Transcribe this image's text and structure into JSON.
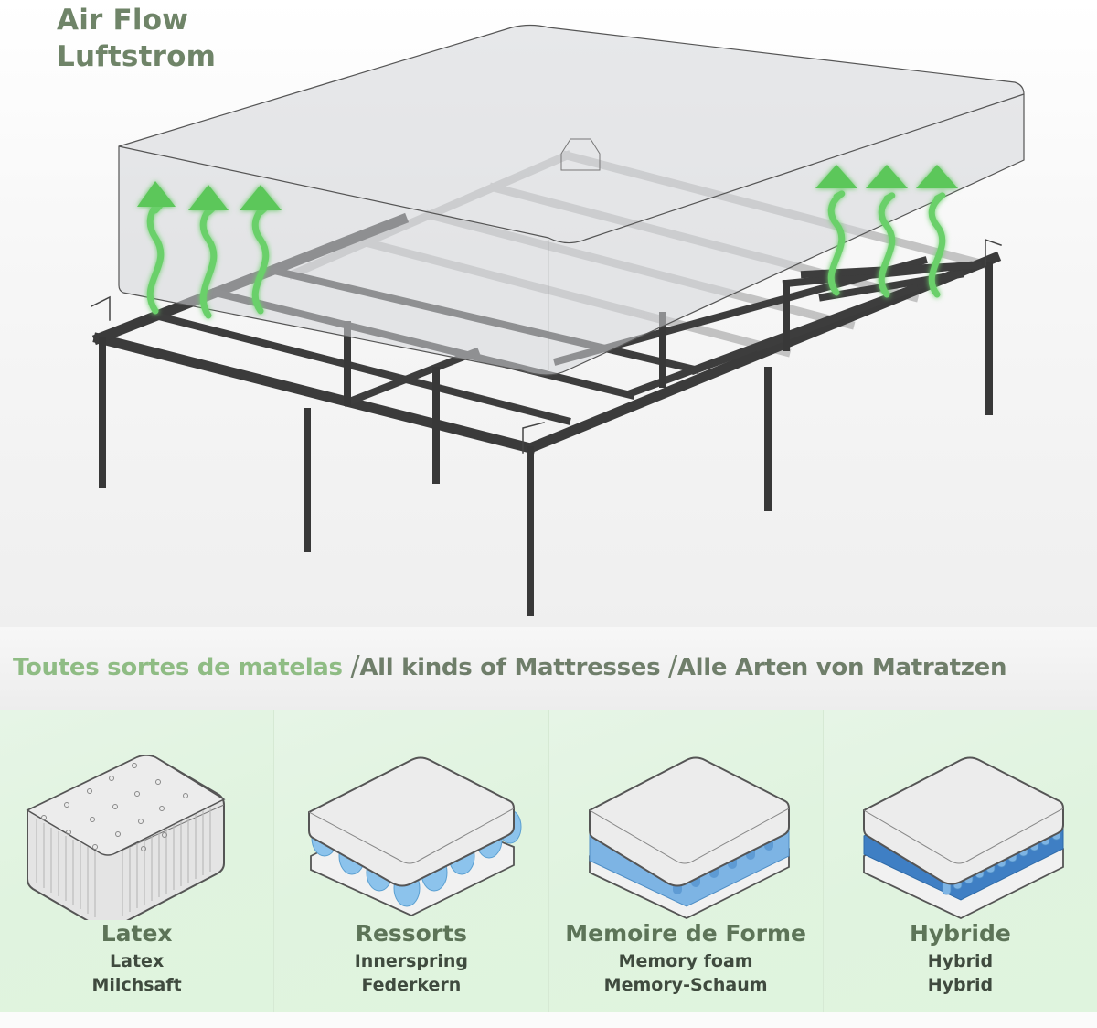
{
  "hero": {
    "title_line1": "Air Flow",
    "title_line2": "Luftstrom",
    "arrow_color": "#5cc75a",
    "frame_color": "#3a3a3a",
    "arrows_left_count": 3,
    "arrows_right_count": 3
  },
  "section": {
    "title_fr": "Toutes sortes de matelas",
    "separator_1": "/",
    "title_en": "All kinds of Mattresses",
    "separator_2": "/",
    "title_de": "Alle Arten von Matratzen",
    "title_fr_color": "#8fbc84",
    "title_color": "#6f7e6a"
  },
  "cards": [
    {
      "title": "Latex",
      "line1": "Latex",
      "line2": "Milchsaft",
      "icon": "latex-mattress-icon"
    },
    {
      "title": "Ressorts",
      "line1": "Innerspring",
      "line2": "Federkern",
      "icon": "innerspring-mattress-icon"
    },
    {
      "title": "Memoire de Forme",
      "line1": "Memory foam",
      "line2": "Memory-Schaum",
      "icon": "memory-foam-mattress-icon"
    },
    {
      "title": "Hybride",
      "line1": "Hybrid",
      "line2": "Hybrid",
      "icon": "hybrid-mattress-icon"
    }
  ],
  "colors": {
    "card_bg": "#e2f4e1",
    "card_title": "#5d7458",
    "card_sub": "#3f4a3e",
    "spring_blue": "#7fb8e6"
  }
}
